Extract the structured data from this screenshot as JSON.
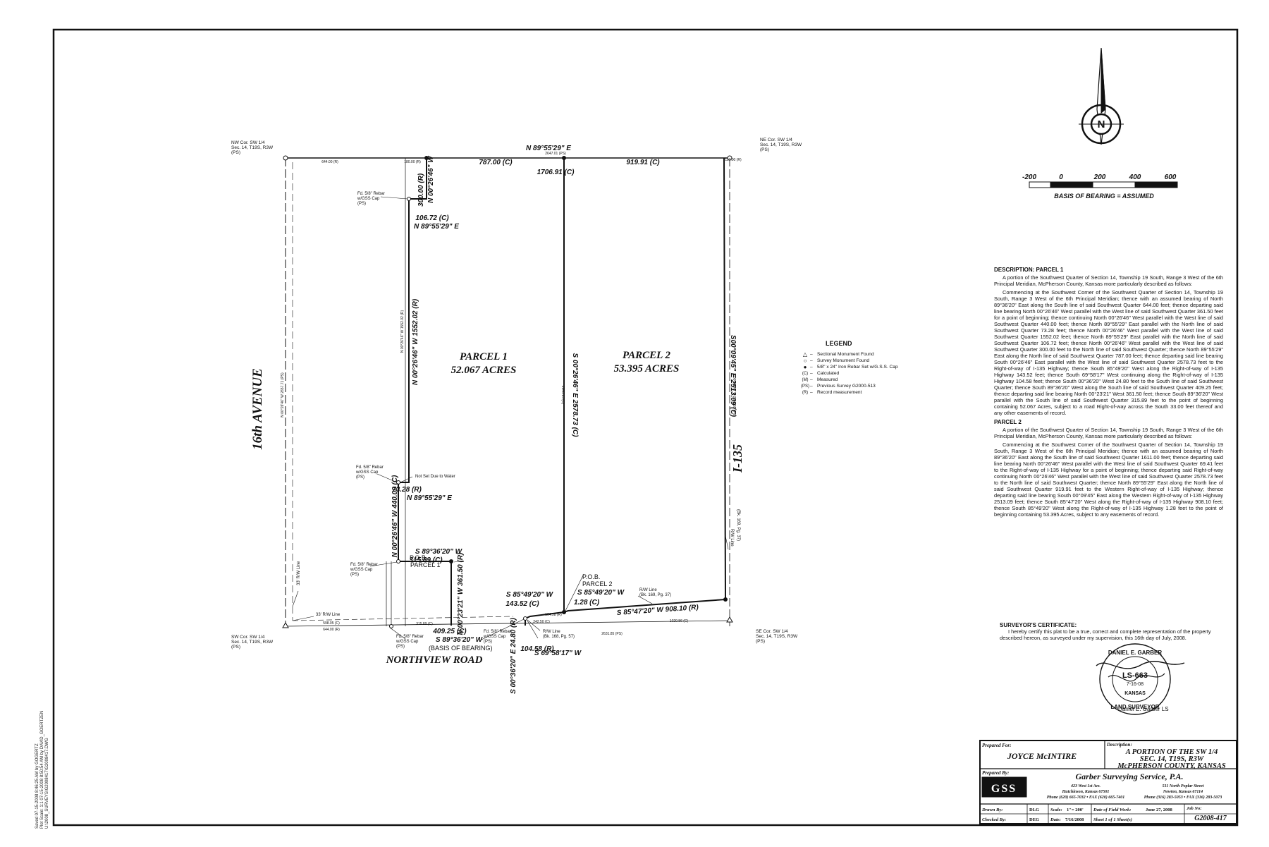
{
  "labels": {
    "street_west": "16th AVENUE",
    "street_south": "NORTHVIEW ROAD",
    "highway": "I-135",
    "parcel1_name": "PARCEL 1",
    "parcel1_acres": "52.067 ACRES",
    "parcel2_name": "PARCEL 2",
    "parcel2_acres": "53.395 ACRES",
    "basis_of_bearing_road": "(BASIS OF BEARING)",
    "pob_parcel1_a": "P.O.B.",
    "pob_parcel1_b": "PARCEL 1",
    "pob_parcel2_a": "P.O.B.",
    "pob_parcel2_b": "PARCEL 2",
    "rw_33_west": "33' R/W Line",
    "rw_33_south": "33' R/W Line",
    "rw_line_south": "R/W Line",
    "rw_line_south_ref": "(Bk. 168, Pg. 57)",
    "rw_line_hwy": "R/W Line",
    "rw_line_hwy_ref": "(Bk. 169, Pg. 37)",
    "rw_line_east": "R/W Line",
    "rw_line_east_ref": "(Bk. 169, Pg. 37)",
    "not_set": "Not Set Due to Water"
  },
  "corners": {
    "nw": [
      "NW Cor. SW 1/4",
      "Sec. 14, T19S, R3W",
      "(PS)"
    ],
    "ne": [
      "NE Cor. SW 1/4",
      "Sec. 14, T19S, R3W",
      "(PS)"
    ],
    "sw": [
      "SW Cor. SW 1/4",
      "Sec. 14, T19S, R3W",
      "(PS)"
    ],
    "se": [
      "SE Cor. SW 1/4",
      "Sec. 14, T19S, R3W",
      "(PS)"
    ]
  },
  "rebars": {
    "r1": [
      "Fd. 5/8\" Rebar",
      "w/GSS Cap",
      "(PS)"
    ],
    "r2": [
      "Fd. 5/8\" Rebar",
      "w/GSS Cap",
      "(PS)"
    ],
    "r3": [
      "Fd. 5/8\" Rebar",
      "w/GSS Cap",
      "(PS)"
    ],
    "r4": [
      "Fd. 5/8\" Rebar",
      "w/GSS Cap",
      "(PS)"
    ],
    "r5": [
      "Fd. 5/8\" Rebar",
      "w/GSS Cap",
      "(PS)"
    ]
  },
  "dims": {
    "north_bearing": "N 89°55'29\" E",
    "d787": "787.00 (C)",
    "d1706": "1706.91 (C)",
    "d919": "919.91 (C)",
    "d300": "300.00 (R)",
    "b_n0026_300": "N 00°26'46\" W",
    "d106": "106.72 (C)",
    "b_n8955_106": "N 89°55'29\" E",
    "d1552": "N 00°26'46\" W   1552.02 (R)",
    "d2578": "S 00°26'46\" E   2578.73 (C)",
    "d2513": "S00°09'45\" E   2513.09 (C)",
    "d73": "73.28 (R)",
    "b_n8955_73": "N 89°55'29\" E",
    "d440": "N 00°26'46\" W   440.00 (C)",
    "b_s8936_315": "S 89°36'20\" W",
    "d315": "315.89 (C)",
    "d361": "N 00°23'21\" W   361.50 (R)",
    "b_s8549_143": "S 85°49'20\" W",
    "d143": "143.52 (C)",
    "b_s8549_128": "S 85°49'20\" W",
    "d128": "1.28 (C)",
    "d908": "S 85°47'20\" W   908.10 (R)",
    "d409": "409.25 (C)",
    "b_s8936_409": "S 89°36'20\" W",
    "d104": "104.58 (R)",
    "b_s6958": "S 69°58'17\" W",
    "d24": "S 00°36'20\" E   24.80 (R)",
    "small_top_left": "644.00 (R)",
    "small_top_mid": "180.00 (R)",
    "small_top_plat": "2647.01 (PS)",
    "small_top_right": "117.00 (R)",
    "small_west_road": "N 00°26'46\" W  2657.71 (PS)",
    "small_east_hwy": "S 00°09'45\" E  2643.35 (PS)",
    "small_mid_line": "2646.13 (C)",
    "small_bottom_left1": "598.05 (C)",
    "small_bottom_left2": "644.00 (R)",
    "small_bottom_mid1": "315.89 (C)",
    "small_bottom_right1": "1020.86 (C)",
    "small_bottom_plat": "2631.85 (PS)",
    "small_bottom_hwy": "242.50 (C)",
    "small_bottom_hwy2": "104.58 (R)"
  },
  "legend": {
    "title": "LEGEND",
    "items": [
      {
        "sym": "△",
        "text": "Sectional Monument Found"
      },
      {
        "sym": "○",
        "text": "Survey Monument Found"
      },
      {
        "sym": "●",
        "text": "5/8\" x 24\" Iron Rebar Set w/G.S.S. Cap"
      },
      {
        "sym": "(C)",
        "text": "Calculated"
      },
      {
        "sym": "(M)",
        "text": "Measured"
      },
      {
        "sym": "(PS)",
        "text": "Previous Survey  G2000-513"
      },
      {
        "sym": "(R)",
        "text": "Record measurement"
      }
    ]
  },
  "scale": {
    "ticks": [
      "-200",
      "0",
      "200",
      "400",
      "600"
    ],
    "basis": "BASIS OF BEARING = ASSUMED",
    "north": "N"
  },
  "description": {
    "p1_heading": "DESCRIPTION: PARCEL 1",
    "p1_paragraphs": [
      "A portion of the Southwest Quarter of Section 14, Township 19 South, Range 3 West of the 6th Principal Meridian, McPherson County, Kansas more particularly described as follows:",
      "Commencing at the Southwest Corner of the Southwest Quarter of Section 14, Township 19 South, Range 3 West of the 6th Principal Meridian; thence with an assumed bearing of North 89°36'20\" East along the South line of said Southwest Quarter 644.00 feet; thence departing said line bearing North 00°26'46\" West parallel with the West line of said Southwest Quarter 361.50 feet for a point of beginning; thence continuing North 00°26'46\" West parallel with the West line of said Southwest Quarter 440.00 feet; thence North 89°55'29\" East parallel with the North line of said Southwest Quarter 73.28 feet; thence North 00°26'46\" West parallel with the West line of said Southwest Quarter 1552.02 feet; thence North 89°55'29\" East parallel with the North line of said Southwest Quarter 106.72 feet; thence North 00°26'46\" West parallel with the West line of said Southwest Quarter 300.00 feet to the North line of said Southwest Quarter; thence North 89°55'29\" East along the North line of said Southwest Quarter 787.00 feet; thence departing said line bearing South 00°26'46\" East parallel with the West line of said Southwest Quarter 2578.73 feet to the Right-of-way of I-135 Highway; thence South 85°49'20\" West along the Right-of-way of I-135 Highway 143.52 feet; thence South 69°58'17\" West continuing along the Right-of-way of I-135 Highway 104.58 feet; thence South 00°36'20\" West 24.80 feet to the South line of said Southwest Quarter; thence South 89°36'20\" West along the South line of said Southwest Quarter 409.25 feet; thence departing said line bearing North 00°23'21\" West 361.50 feet; thence South 89°36'20\" West parallel with the South line of said Southwest Quarter 315.89 feet to the point of beginning containing 52.067 Acres, subject to a road Right-of-way across the South 33.00 feet thereof and any other easements of record."
    ],
    "p2_heading": "PARCEL 2",
    "p2_paragraphs": [
      "A portion of the Southwest Quarter of Section 14, Township 19 South, Range 3 West of the 6th Principal Meridian, McPherson County, Kansas more particularly described as follows:",
      "Commencing at the Southwest Corner of the Southwest Quarter of Section 14, Township 19 South, Range 3 West of the 6th Principal Meridian; thence with an assumed bearing of North 89°36'20\" East along the South line of said Southwest Quarter 1611.00 feet; thence departing said line bearing North 00°26'46\" West parallel with the West line of said Southwest Quarter 69.41 feet to the Right-of-way of I-135 Highway for a point of beginning; thence departing said Right-of-way continuing North 00°26'46\" West parallel with the West line of said Southwest Quarter 2578.73 feet to the North line of said Southwest Quarter; thence North 89°55'29\" East along the North line of said Southwest Quarter 919.91 feet to the Western Right-of-way of I-135 Highway; thence departing said line bearing South 00°09'45\" East along the Western Right-of-way of I-135 Highway 2513.09 feet; thence South 85°47'20\" West along the Right-of-way of I-135 Highway 908.10 feet; thence South 85°49'20\" West along the Right-of-way of I-135 Highway 1.28 feet to the point of beginning containing 53.395 Acres, subject to any easements of record."
    ]
  },
  "certificate": {
    "heading": "SURVEYOR'S CERTIFICATE:",
    "text": "I hereby certify this plat to be a true, correct and complete representation of the property described hereon, as surveyed under my supervision, this 16th day of July, 2008.",
    "signer": "Daniel E. Garber  LS",
    "seal_top": "DANIEL E. GARBER",
    "seal_num": "LS-663",
    "seal_state": "KANSAS",
    "seal_bottom": "LAND SURVEYOR",
    "seal_date": "7-16-08"
  },
  "titleblock": {
    "prepared_for_label": "Prepared For:",
    "prepared_for": "JOYCE McINTIRE",
    "description_label": "Description:",
    "desc_line1": "A PORTION OF THE SW 1/4",
    "desc_line2": "SEC. 14, T19S, R3W",
    "desc_line3": "McPHERSON COUNTY, KANSAS",
    "prepared_by_label": "Prepared By:",
    "logo": "GSS",
    "company": "Garber Surveying Service, P.A.",
    "addr1_line1": "423 West 1st Ave.",
    "addr1_line2": "Hutchinson, Kansas 67501",
    "addr1_line3": "Phone (620) 665-7032 • FAX (620) 665-7401",
    "addr2_line1": "511 North Poplar Street",
    "addr2_line2": "Newton, Kansas 67114",
    "addr2_line3": "Phone (316) 283-5053 • FAX (316) 283-5073",
    "drawn_by_label": "Drawn By:",
    "drawn_by": "DLG",
    "checked_by_label": "Checked By:",
    "checked_by": "DEG",
    "scale_label": "Scale:",
    "scale": "1\"= 200'",
    "date_label": "Date:",
    "date": "7/16/2008",
    "field_label": "Date of Field Work:",
    "field": "June 27, 2008",
    "sheet": "Sheet 1 of 1 Sheet(s)",
    "job_label": "Job No:",
    "job": "G2008-417"
  },
  "side_info": [
    "Saved 07-15-2008 8:46:25 AM by GOGERTZ",
    "Plot Scale: 1:1  07-15-2008 8:50:54 AM by DAVID_GOERTZEN",
    "U:\\2008_SURVEYS\\G2008417\\G2008417.DWG"
  ]
}
